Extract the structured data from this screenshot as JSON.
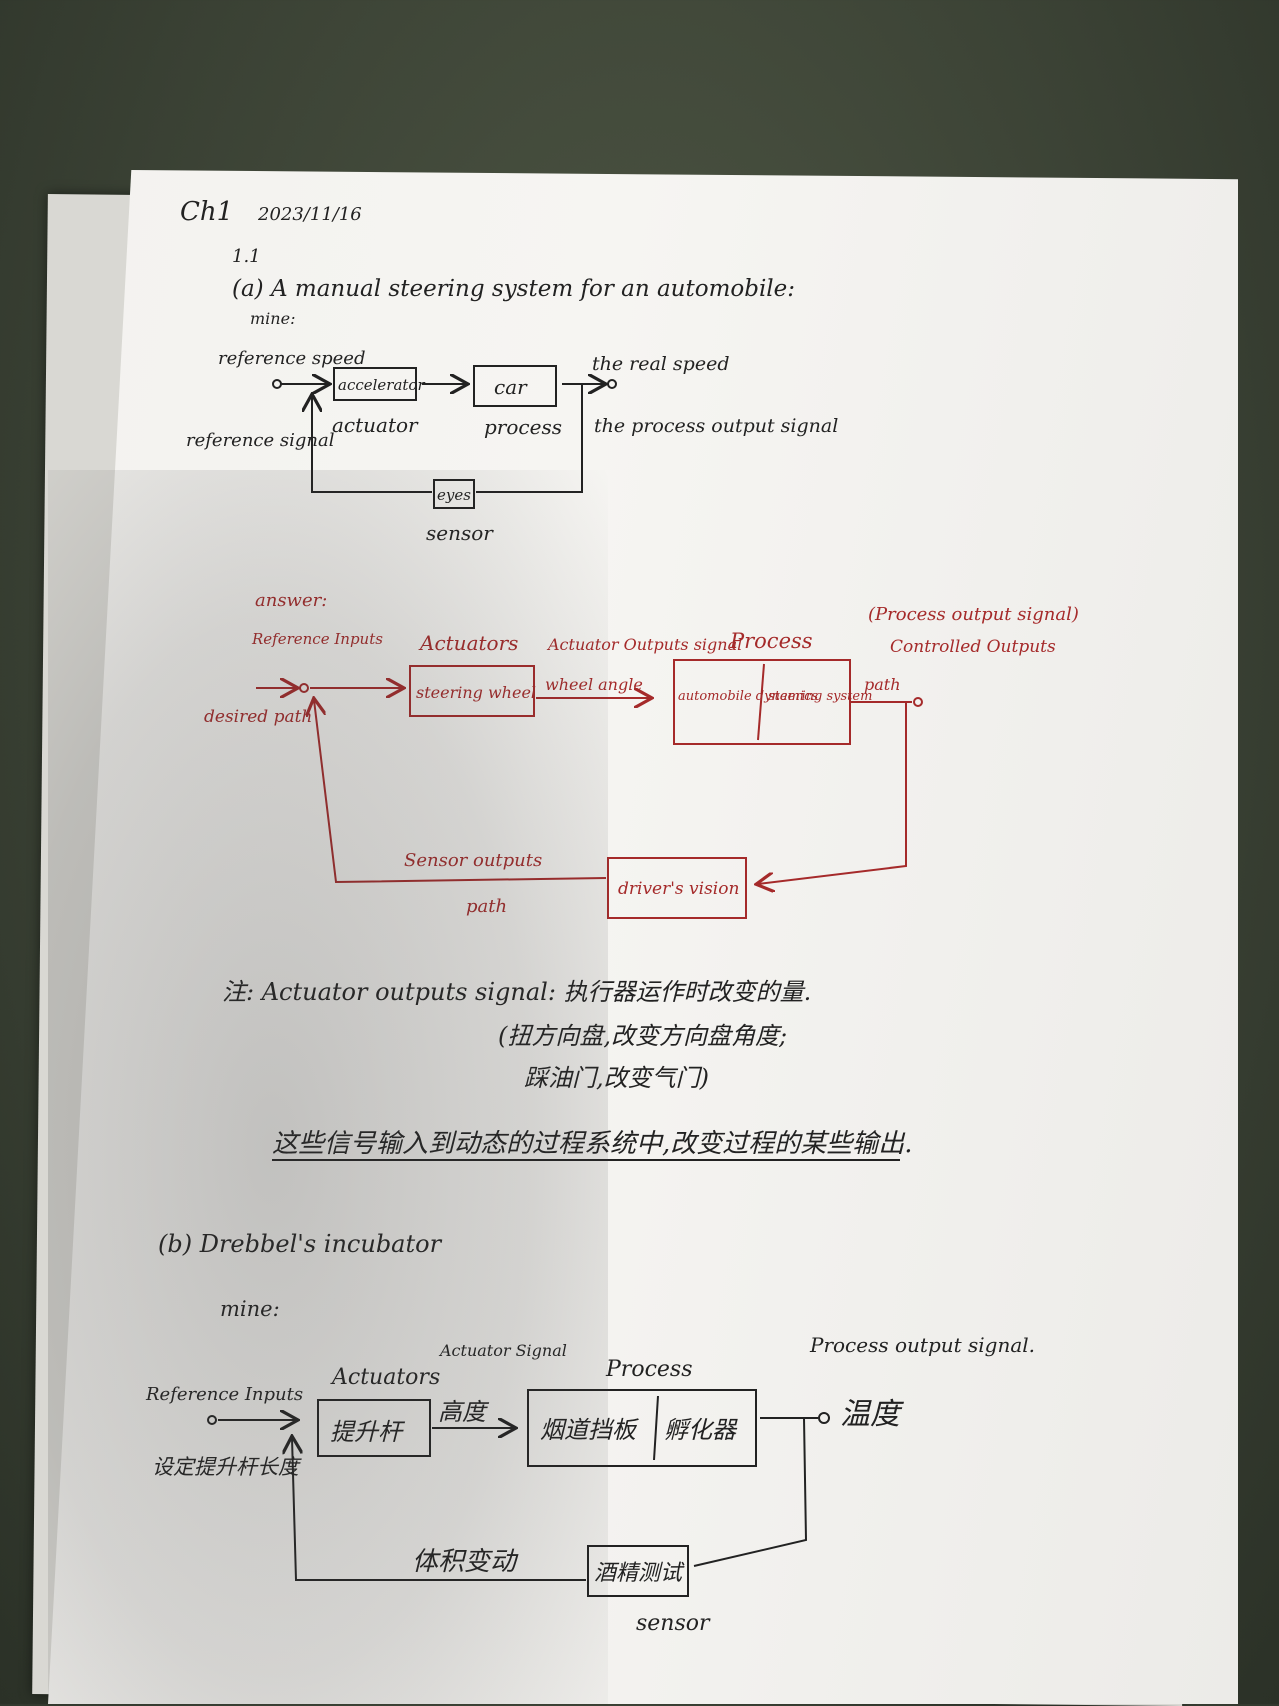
{
  "header": {
    "chapter": "Ch1",
    "date": "2023/11/16",
    "problem_number": "1.1"
  },
  "part_a": {
    "title": "(a) A manual steering system for an automobile:",
    "mine_label": "mine:",
    "mine_diagram": {
      "reference_speed": "reference speed",
      "reference_signal": "reference signal",
      "actuator_box": "accelerator",
      "actuator_label": "actuator",
      "process_box": "car",
      "process_label": "process",
      "real_speed": "the real speed",
      "process_output": "the process output signal",
      "sensor_box": "eyes",
      "sensor_label": "sensor"
    },
    "answer_label": "answer:",
    "answer_diagram": {
      "reference_inputs": "Reference Inputs",
      "desired_path": "desired path",
      "actuators_label": "Actuators",
      "actuator_box": "steering wheel",
      "actuator_output_label": "Actuator Outputs signal",
      "wheel_angle": "wheel angle",
      "process_label": "Process",
      "process_box_left": "automobile dynamics",
      "process_box_right": "steering system",
      "process_output_signal": "(Process output signal)",
      "controlled_outputs": "Controlled Outputs",
      "path_out": "path",
      "sensor_outputs": "Sensor outputs",
      "sensor_path": "path",
      "sensor_box": "driver's vision"
    },
    "note": {
      "line1": "注: Actuator outputs signal: 执行器运作时改变的量.",
      "line2": "(扭方向盘,改变方向盘角度;",
      "line3": "踩油门,改变气门)",
      "line4": "这些信号输入到动态的过程系统中,改变过程的某些输出."
    }
  },
  "part_b": {
    "title": "(b) Drebbel's incubator",
    "mine_label": "mine:",
    "diagram": {
      "reference_inputs": "Reference Inputs",
      "reference_value": "设定提升杆长度",
      "actuators_label": "Actuators",
      "actuator_box": "提升杆",
      "actuator_signal_label": "Actuator Signal",
      "actuator_signal_value": "高度",
      "process_label": "Process",
      "process_box_left": "烟道挡板",
      "process_box_right": "孵化器",
      "process_output_label": "Process output signal.",
      "output_value": "温度",
      "feedback_value": "体积变动",
      "sensor_box": "酒精测试",
      "sensor_label": "sensor"
    }
  },
  "colors": {
    "ink": "#222222",
    "red_ink": "#a52a2a",
    "paper": "#f4f3f0",
    "background": "#3f4638"
  }
}
